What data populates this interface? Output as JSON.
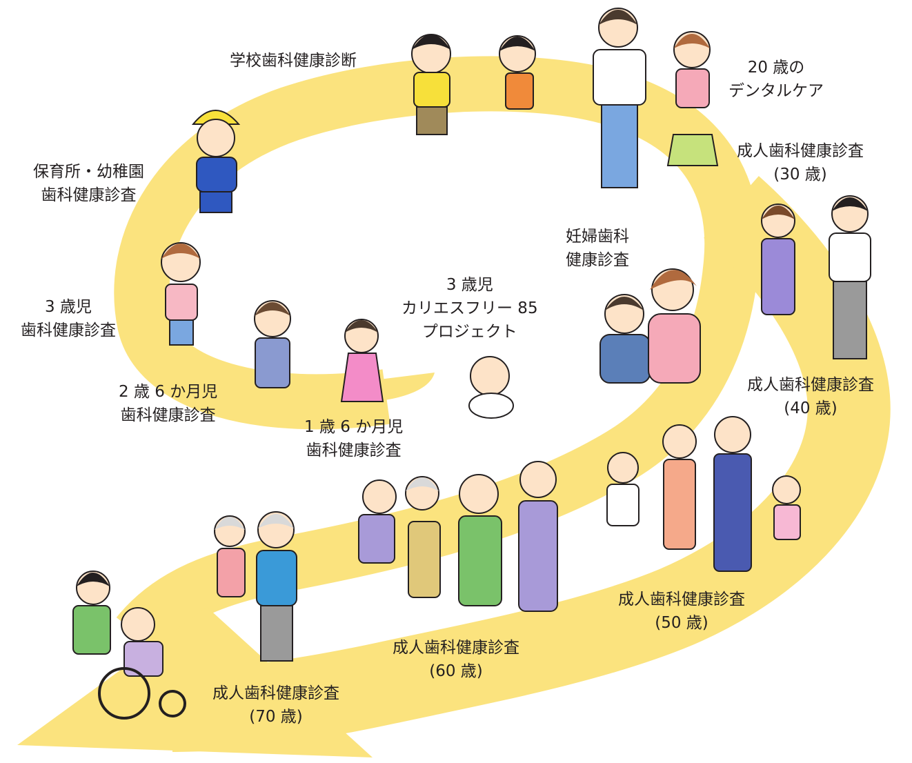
{
  "colors": {
    "band": "#fbe37e",
    "outline": "#231f20",
    "skin": "#fde3c8",
    "hair_dark": "#4a3a2e",
    "hair_gray": "#d9d9d9"
  },
  "stages": [
    {
      "id": "prenatal",
      "lines": [
        "妊婦歯科",
        "健康診査"
      ]
    },
    {
      "id": "infant",
      "lines": [
        "3 歳児",
        "カリエスフリー 85",
        "プロジェクト"
      ]
    },
    {
      "id": "age1_6",
      "lines": [
        "1 歳 6 か月児",
        "歯科健康診査"
      ]
    },
    {
      "id": "age2_6",
      "lines": [
        "2 歳 6 か月児",
        "歯科健康診査"
      ]
    },
    {
      "id": "age3",
      "lines": [
        "3 歳児",
        "歯科健康診査"
      ]
    },
    {
      "id": "nursery",
      "lines": [
        "保育所・幼稚園",
        "歯科健康診査"
      ]
    },
    {
      "id": "school",
      "lines": [
        "学校歯科健康診断"
      ]
    },
    {
      "id": "age20",
      "lines": [
        "20 歳の",
        "デンタルケア"
      ]
    },
    {
      "id": "age30",
      "lines": [
        "成人歯科健康診査",
        "(30 歳)"
      ]
    },
    {
      "id": "age40",
      "lines": [
        "成人歯科健康診査",
        "(40 歳)"
      ]
    },
    {
      "id": "age50",
      "lines": [
        "成人歯科健康診査",
        "(50 歳)"
      ]
    },
    {
      "id": "age60",
      "lines": [
        "成人歯科健康診査",
        "(60 歳)"
      ]
    },
    {
      "id": "age70",
      "lines": [
        "成人歯科健康診査",
        "(70 歳)"
      ]
    }
  ]
}
